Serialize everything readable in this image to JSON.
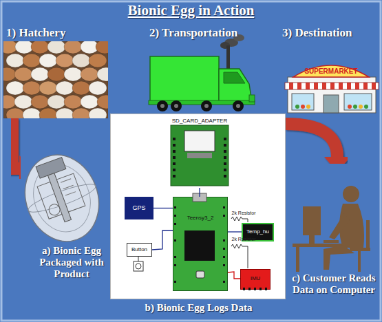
{
  "diagram": {
    "title": "Bionic Egg in Action",
    "nodes": [
      {
        "text": [
          "1) Hatchery"
        ]
      },
      {
        "text": [
          "2) Transportation"
        ]
      },
      {
        "text": [
          "3) Destination"
        ]
      },
      {
        "text": [
          "a) Bionic Egg Packaged with Product"
        ]
      },
      {
        "text": [
          "b) Bionic Egg Logs Data"
        ]
      },
      {
        "text": [
          "SD_CARD_ADAPTER"
        ],
        "in": 4
      },
      {
        "text": [
          "GPS"
        ],
        "in": 4
      },
      {
        "text": [
          "Button"
        ],
        "in": 4
      },
      {
        "text": [
          "Teensy3_2"
        ],
        "in": 4
      },
      {
        "text": [
          "Temp_hu"
        ],
        "in": 4
      },
      {
        "text": [
          "IMU"
        ],
        "in": 4
      },
      {
        "text": [
          "c) Customer Reads Data on Computer"
        ]
      }
    ],
    "edges": [
      {
        "from": 0,
        "to": 1,
        "arrow": "to"
      },
      {
        "from": 1,
        "to": 2,
        "arrow": "to"
      },
      {
        "from": 0,
        "to": 3,
        "arrow": "to"
      },
      {
        "from": 3,
        "to": 5,
        "arrow": "to"
      },
      {
        "from": 4,
        "to": 11,
        "arrow": "to"
      },
      {
        "from": 5,
        "to": 8,
        "arrow": "none"
      },
      {
        "from": 6,
        "to": 8,
        "arrow": "none"
      },
      {
        "from": 7,
        "to": 8,
        "arrow": "none"
      },
      {
        "from": 8,
        "to": 9,
        "arrow": "none"
      },
      {
        "from": 8,
        "to": 10,
        "arrow": "none"
      }
    ],
    "labels": [
      "SUPERMARKET",
      "2k Resistor",
      "2k Resistor"
    ]
  }
}
